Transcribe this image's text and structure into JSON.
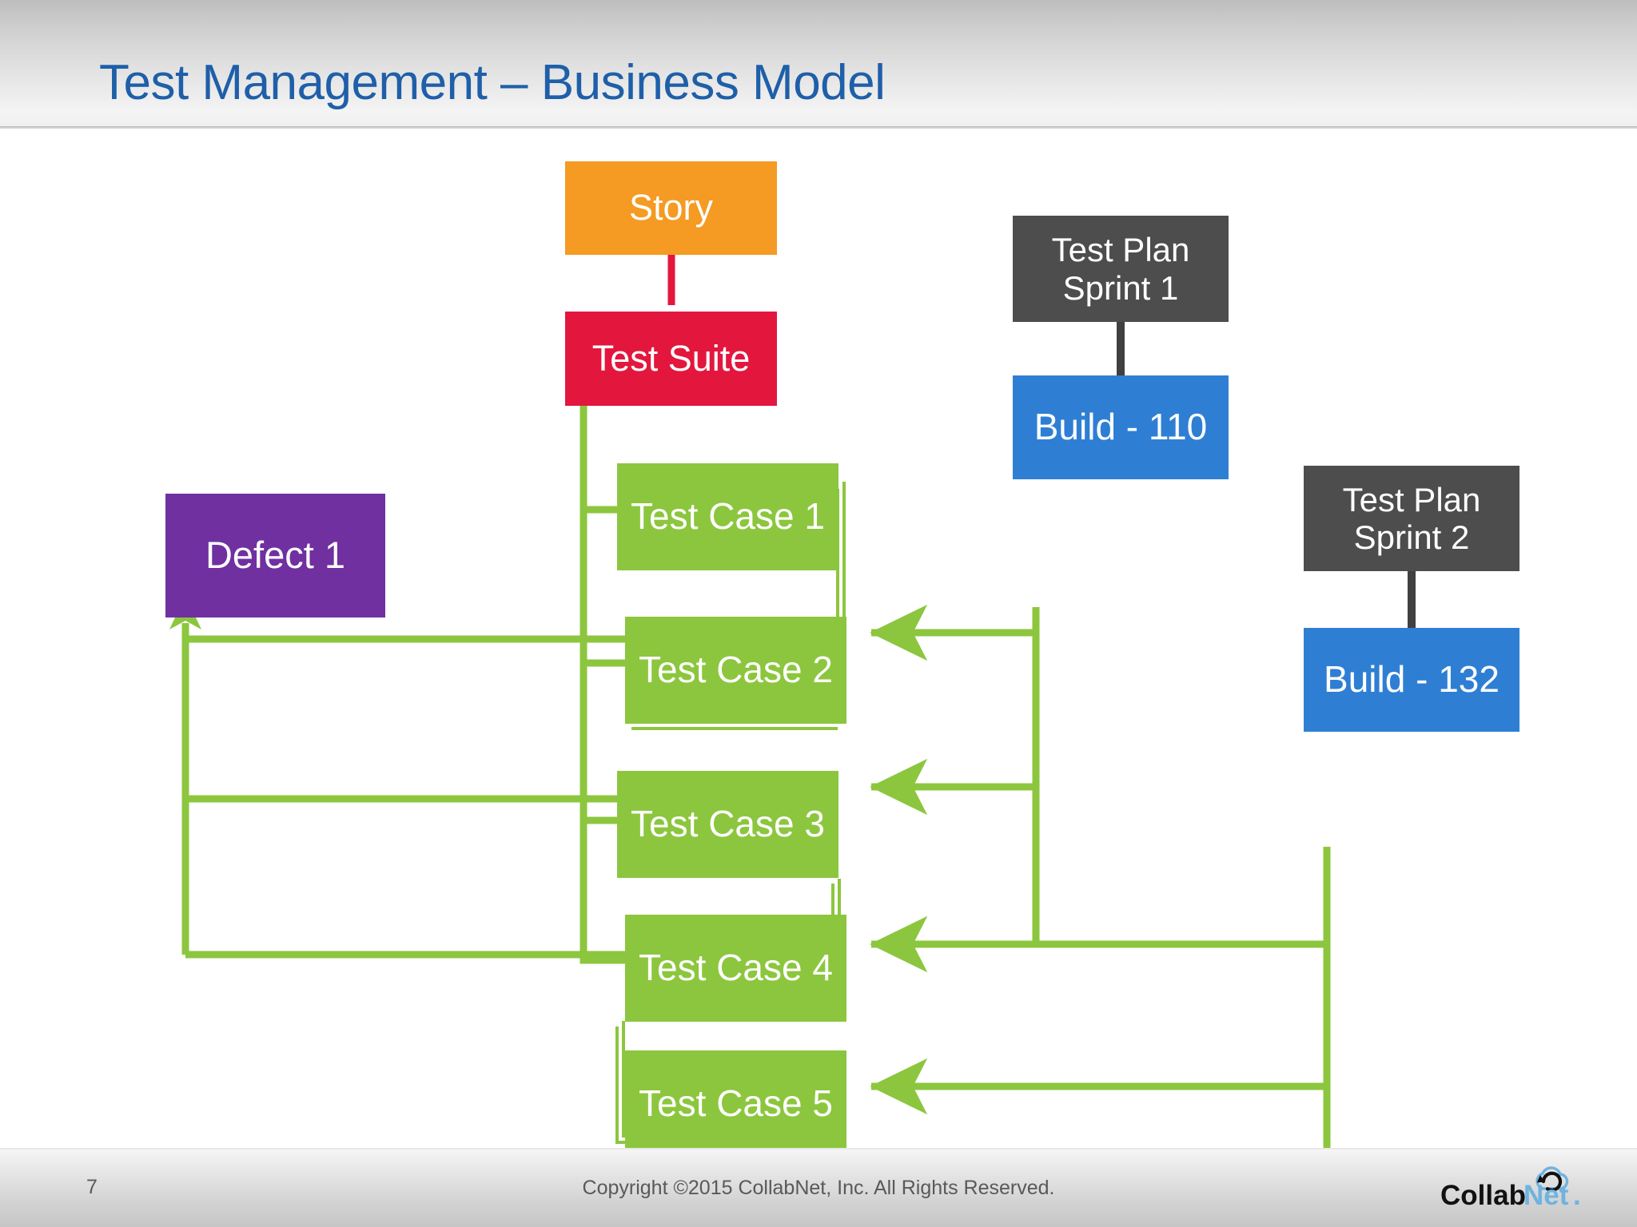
{
  "slide": {
    "title": "Test Management – Business Model",
    "page_number": "7",
    "copyright": "Copyright ©2015 CollabNet, Inc.  All Rights Reserved.",
    "logo_text_dark": "Collab",
    "logo_text_light": "Net",
    "logo_text_dot": "."
  },
  "colors": {
    "title": "#1F5FA9",
    "story": "#F59A23",
    "test_suite": "#E3173E",
    "defect": "#7030A0",
    "test_case": "#8CC63E",
    "test_plan": "#4D4D4D",
    "build": "#2E7FD4",
    "connector_green": "#8CC63E",
    "connector_red": "#E3173E",
    "connector_gray": "#404040",
    "logo_dark": "#111111",
    "logo_light": "#6FB3E0"
  },
  "nodes": {
    "story": {
      "label": "Story"
    },
    "test_suite": {
      "label": "Test Suite"
    },
    "defect": {
      "label": "Defect 1"
    },
    "test_cases": [
      {
        "label": "Test Case 1"
      },
      {
        "label": "Test Case 2"
      },
      {
        "label": "Test Case 3"
      },
      {
        "label": "Test Case 4"
      },
      {
        "label": "Test Case 5"
      }
    ],
    "test_plan_1": {
      "label": "Test Plan\nSprint 1",
      "line1": "Test Plan",
      "line2": "Sprint 1"
    },
    "test_plan_2": {
      "label": "Test Plan\nSprint 2",
      "line1": "Test Plan",
      "line2": "Sprint 2"
    },
    "build_1": {
      "label": "Build - 110"
    },
    "build_2": {
      "label": "Build - 132"
    }
  },
  "chart_data": {
    "type": "diagram",
    "title": "Test Management – Business Model",
    "nodes": [
      {
        "id": "story",
        "label": "Story",
        "color": "#F59A23",
        "shape": "rect"
      },
      {
        "id": "test_suite",
        "label": "Test Suite",
        "color": "#E3173E",
        "shape": "rect"
      },
      {
        "id": "defect",
        "label": "Defect 1",
        "color": "#7030A0",
        "shape": "stacked-rect"
      },
      {
        "id": "tc1",
        "label": "Test Case 1",
        "color": "#8CC63E",
        "shape": "stacked-rect"
      },
      {
        "id": "tc2",
        "label": "Test Case 2",
        "color": "#8CC63E",
        "shape": "stacked-rect"
      },
      {
        "id": "tc3",
        "label": "Test Case 3",
        "color": "#8CC63E",
        "shape": "stacked-rect"
      },
      {
        "id": "tc4",
        "label": "Test Case 4",
        "color": "#8CC63E",
        "shape": "stacked-rect"
      },
      {
        "id": "tc5",
        "label": "Test Case 5",
        "color": "#8CC63E",
        "shape": "rect"
      },
      {
        "id": "tp1",
        "label": "Test Plan Sprint 1",
        "color": "#4D4D4D",
        "shape": "rect"
      },
      {
        "id": "tp2",
        "label": "Test Plan Sprint 2",
        "color": "#4D4D4D",
        "shape": "rect"
      },
      {
        "id": "b110",
        "label": "Build - 110",
        "color": "#2E7FD4",
        "shape": "rect"
      },
      {
        "id": "b132",
        "label": "Build - 132",
        "color": "#2E7FD4",
        "shape": "rect"
      }
    ],
    "edges": [
      {
        "from": "story",
        "to": "test_suite",
        "color": "#E3173E",
        "arrow": false
      },
      {
        "from": "test_suite",
        "to": "tc1",
        "color": "#8CC63E",
        "arrow": false
      },
      {
        "from": "test_suite",
        "to": "tc2",
        "color": "#8CC63E",
        "arrow": false
      },
      {
        "from": "test_suite",
        "to": "tc3",
        "color": "#8CC63E",
        "arrow": false
      },
      {
        "from": "test_suite",
        "to": "tc4",
        "color": "#8CC63E",
        "arrow": false
      },
      {
        "from": "tc1",
        "to": "defect",
        "color": "#8CC63E",
        "arrow": true
      },
      {
        "from": "tc2",
        "to": "defect",
        "color": "#8CC63E",
        "arrow": true
      },
      {
        "from": "tc3",
        "to": "defect",
        "color": "#8CC63E",
        "arrow": true
      },
      {
        "from": "tp1",
        "to": "b110",
        "color": "#404040",
        "arrow": false
      },
      {
        "from": "tp2",
        "to": "b132",
        "color": "#404040",
        "arrow": false
      },
      {
        "from": "b110",
        "to": "tc1",
        "color": "#8CC63E",
        "arrow": true
      },
      {
        "from": "b110",
        "to": "tc2",
        "color": "#8CC63E",
        "arrow": true
      },
      {
        "from": "b110",
        "to": "tc3",
        "color": "#8CC63E",
        "arrow": true
      },
      {
        "from": "b132",
        "to": "tc3",
        "color": "#8CC63E",
        "arrow": true
      },
      {
        "from": "b132",
        "to": "tc4",
        "color": "#8CC63E",
        "arrow": true
      },
      {
        "from": "b132",
        "to": "tc5",
        "color": "#8CC63E",
        "arrow": true
      }
    ]
  }
}
